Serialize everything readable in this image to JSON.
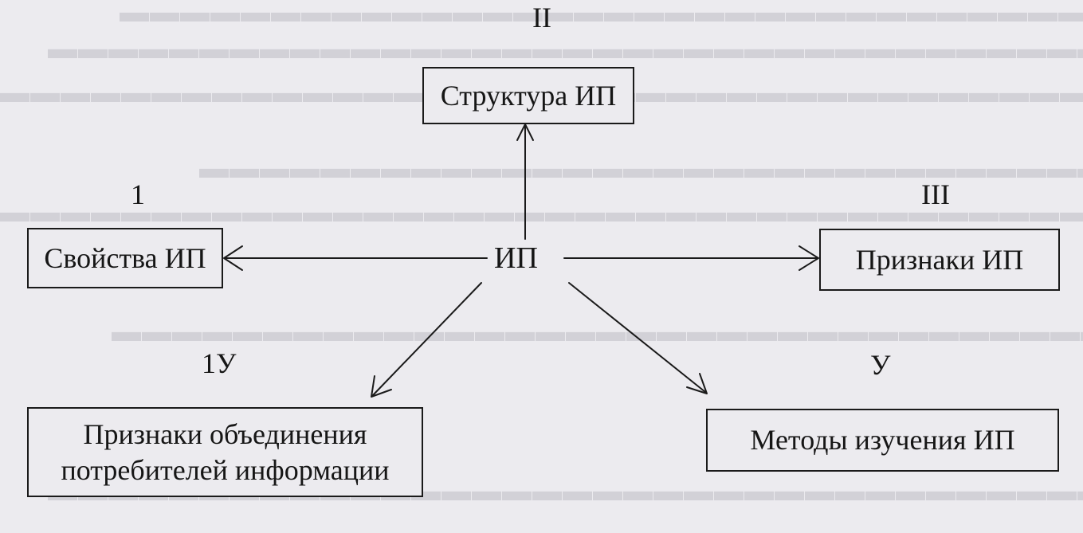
{
  "diagram": {
    "center": "ИП",
    "nodes": [
      {
        "id": "II",
        "number": "II",
        "label": "Структура  ИП"
      },
      {
        "id": "I",
        "number": "1",
        "label": "Свойства  ИП"
      },
      {
        "id": "III",
        "number": "III",
        "label": "Признаки  ИП"
      },
      {
        "id": "IV",
        "number": "1У",
        "label": "Признаки объединения\nпотребителей информации"
      },
      {
        "id": "V",
        "number": "У",
        "label": "Методы изучения  ИП"
      }
    ]
  },
  "colors": {
    "paper": "#ecebef",
    "ink": "#161616",
    "bleed_through": "#d2d1d7"
  }
}
